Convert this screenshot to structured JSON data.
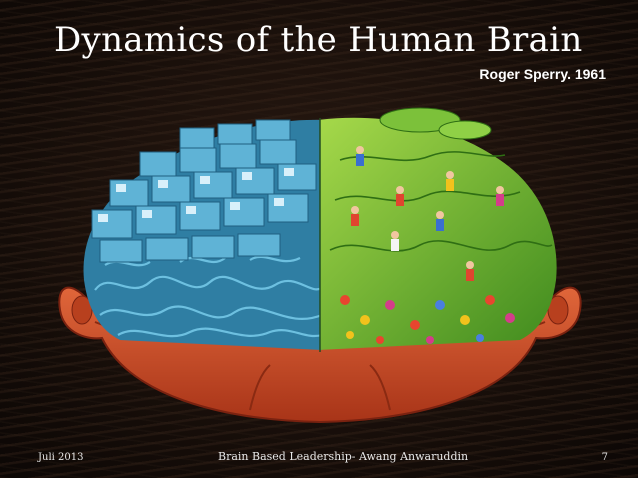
{
  "slide": {
    "title": "Dynamics of the Human Brain",
    "subtitle": "Roger Sperry. 1961"
  },
  "footer": {
    "date": "Juli 2013",
    "center": "Brain Based Leadership- Awang Anwaruddin",
    "page_number": "7"
  },
  "colors": {
    "background": "#140c08",
    "left_brain": "#3f8fb4",
    "right_brain": "#5fa62a",
    "head": "#d2552a",
    "text": "#ffffff"
  }
}
